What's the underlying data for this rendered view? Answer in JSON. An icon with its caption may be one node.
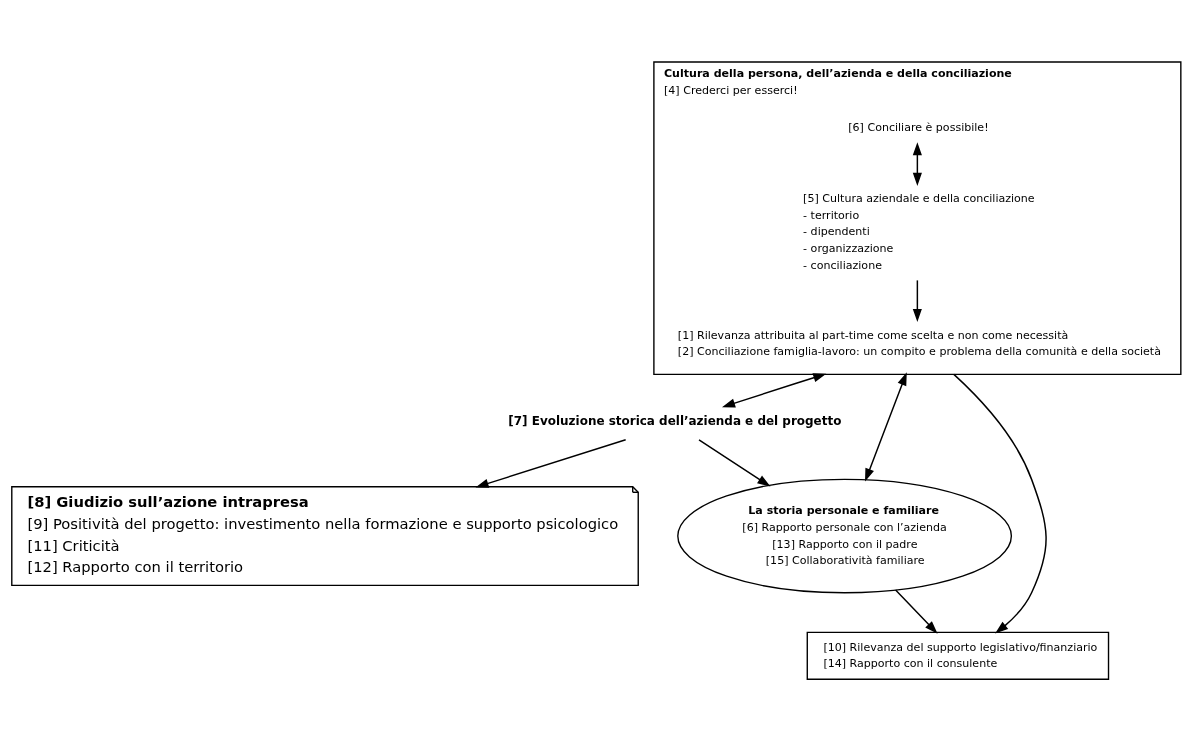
{
  "diagram": {
    "nodes": [
      {
        "text": [
          "Cultura della persona, dell’azienda e della conciliazione",
          "[4] Crederci per esserci!"
        ]
      },
      {
        "text": [
          "[6] Conciliare è possibile!"
        ],
        "in": 0
      },
      {
        "text": [
          "[5] Cultura aziendale e della conciliazione",
          "- territorio",
          "- dipendenti",
          "- organizzazione",
          "- conciliazione"
        ],
        "in": 0
      },
      {
        "text": [
          "[1] Rilevanza attribuita al part-time come scelta e non come necessità",
          "[2] Conciliazione famiglia-lavoro: un compito e problema della comunità e della società"
        ],
        "in": 0
      },
      {
        "text": [
          "[7] Evoluzione storica dell’azienda e del progetto"
        ]
      },
      {
        "text": [
          "[8] Giudizio sull’azione intrapresa",
          "[9] Positività del progetto: investimento nella formazione e supporto psicologico",
          "[11] Criticità",
          "[12] Rapporto con il territorio"
        ]
      },
      {
        "text": [
          "La storia personale e familiare",
          "[6] Rapporto personale con l’azienda",
          "[13] Rapporto con il padre",
          "[15] Collaboratività familiare"
        ]
      },
      {
        "text": [
          "[10] Rilevanza del supporto legislativo/finanziario",
          "[14] Rapporto con il consulente"
        ]
      }
    ],
    "edges": [
      {
        "from": 1,
        "to": 2,
        "arrow": "both"
      },
      {
        "from": 2,
        "to": 3,
        "arrow": "to"
      },
      {
        "from": 0,
        "to": 4,
        "arrow": "both"
      },
      {
        "from": 4,
        "to": 5,
        "arrow": "to"
      },
      {
        "from": 4,
        "to": 6,
        "arrow": "to"
      },
      {
        "from": 0,
        "to": 6,
        "arrow": "both"
      },
      {
        "from": 0,
        "to": 7,
        "arrow": "to"
      },
      {
        "from": 6,
        "to": 7,
        "arrow": "to"
      }
    ]
  }
}
